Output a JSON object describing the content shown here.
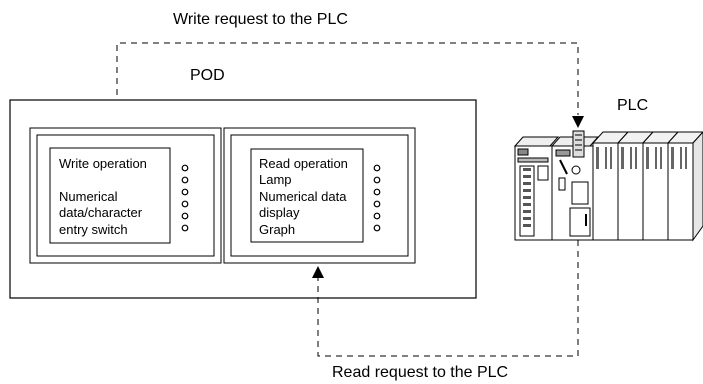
{
  "labels": {
    "write_request": "Write request to the PLC",
    "read_request": "Read request to the PLC",
    "pod": "POD",
    "plc": "PLC"
  },
  "write_panel": {
    "lines": [
      "Write operation",
      "",
      "Numerical",
      "data/character",
      "entry switch"
    ]
  },
  "read_panel": {
    "lines": [
      "Read operation",
      "Lamp",
      "Numerical data",
      "display",
      "Graph"
    ]
  }
}
